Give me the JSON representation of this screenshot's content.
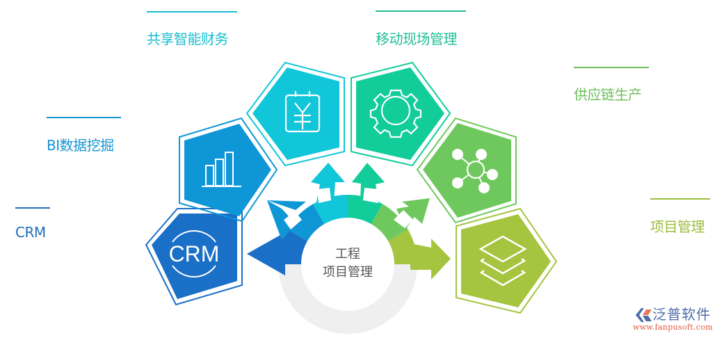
{
  "center": {
    "line1": "工程",
    "line2": "项目管理"
  },
  "modules": [
    {
      "id": "crm",
      "label": "CRM",
      "icon": "crm-icon",
      "color": "#1a6fc7",
      "text_color": "#1e6fbd"
    },
    {
      "id": "bi",
      "label": "BI数据挖掘",
      "icon": "bar-chart-icon",
      "color": "#0e96d6",
      "text_color": "#1594d2"
    },
    {
      "id": "finance",
      "label": "共享智能财务",
      "icon": "yuan-calendar-icon",
      "color": "#12c6d9",
      "text_color": "#17bfd1"
    },
    {
      "id": "mobile",
      "label": "移动现场管理",
      "icon": "gear-icon",
      "color": "#12cc9a",
      "text_color": "#1fbf95"
    },
    {
      "id": "supply",
      "label": "供应链生产",
      "icon": "network-hub-icon",
      "color": "#6fc85e",
      "text_color": "#6cbf5a"
    },
    {
      "id": "project",
      "label": "项目管理",
      "icon": "layers-icon",
      "color": "#a5c43f",
      "text_color": "#9dbb3c"
    }
  ],
  "crm_icon_text": "CRM",
  "ring_bottom_color": "#efefef",
  "logo": {
    "name": "泛普软件",
    "url": "www.fanpusoft.com"
  }
}
